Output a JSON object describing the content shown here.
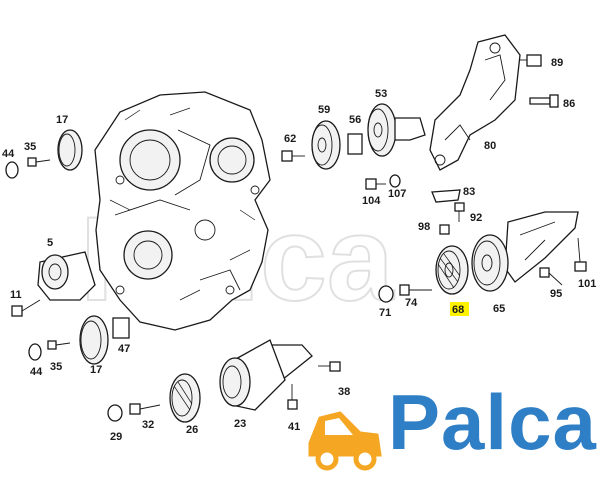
{
  "diagram": {
    "part_numbers": [
      "89",
      "86",
      "59",
      "53",
      "62",
      "56",
      "80",
      "44",
      "35",
      "17",
      "107",
      "83",
      "104",
      "92",
      "98",
      "5",
      "101",
      "95",
      "11",
      "71",
      "74",
      "65",
      "68",
      "47",
      "44",
      "35",
      "17",
      "38",
      "29",
      "32",
      "26",
      "23",
      "41"
    ],
    "highlighted": "68",
    "highlight_color": "#fff200",
    "watermark": "Palca"
  },
  "brand": {
    "name": "Palca",
    "color": "#2f7fc6",
    "icon": "car-icon"
  }
}
